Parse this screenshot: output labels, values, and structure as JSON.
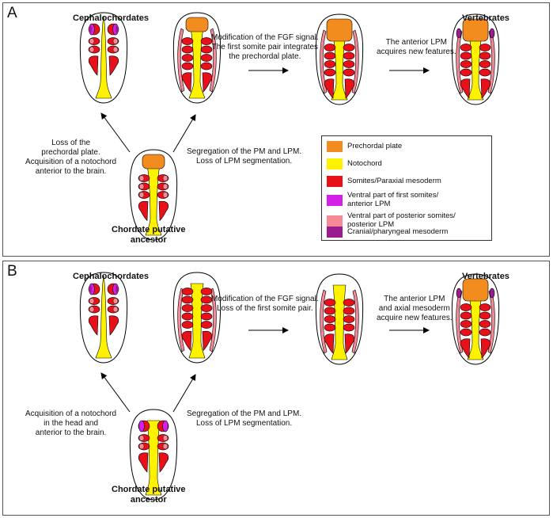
{
  "panel_a": {
    "letter": "A",
    "cephalochordates": "Cephalochordates",
    "vertebrates": "Vertebrates",
    "ancestor": [
      "Chordate putative",
      "ancestor"
    ],
    "mod_text": [
      "Modification of the FGF signal.",
      "The first somite pair integrates",
      "the prechordal plate."
    ],
    "lpm_text": [
      "The anterior LPM",
      "acquires new features."
    ],
    "loss_text": [
      "Loss of the",
      "prechordal plate.",
      "Acquisition of a notochord",
      "anterior to the brain."
    ],
    "seg_text": [
      "Segregation of the PM and LPM.",
      "Loss of LPM segmentation."
    ]
  },
  "panel_b": {
    "letter": "B",
    "cephalochordates": "Cephalochordates",
    "vertebrates": "Vertebrates",
    "ancestor": [
      "Chordate putative",
      "ancestor"
    ],
    "mod_text": [
      "Modification of the FGF signal.",
      "Loss of the first somite pair."
    ],
    "lpm_text": [
      "The anterior LPM",
      "and axial mesoderm",
      "acquire new features."
    ],
    "acq_text": [
      "Acquisition of a notochord",
      "in the head and",
      "anterior to the brain."
    ],
    "seg_text": [
      "Segregation of the PM and LPM.",
      "Loss of LPM segmentation."
    ]
  },
  "legend": [
    {
      "label": [
        "Prechordal plate"
      ],
      "color": "#F28C1E"
    },
    {
      "label": [
        "Notochord"
      ],
      "color": "#FFF200"
    },
    {
      "label": [
        "Somites/Paraxial mesoderm"
      ],
      "color": "#E8111A"
    },
    {
      "label": [
        "Ventral part of first somites/",
        "anterior LPM"
      ],
      "color": "#D41FE8"
    },
    {
      "label": [
        "Ventral part of posterior somites/",
        "posterior LPM"
      ],
      "color": "#F58A96"
    },
    {
      "label": [
        "Cranial/pharyngeal mesoderm"
      ],
      "color": "#9B1C8E"
    }
  ]
}
